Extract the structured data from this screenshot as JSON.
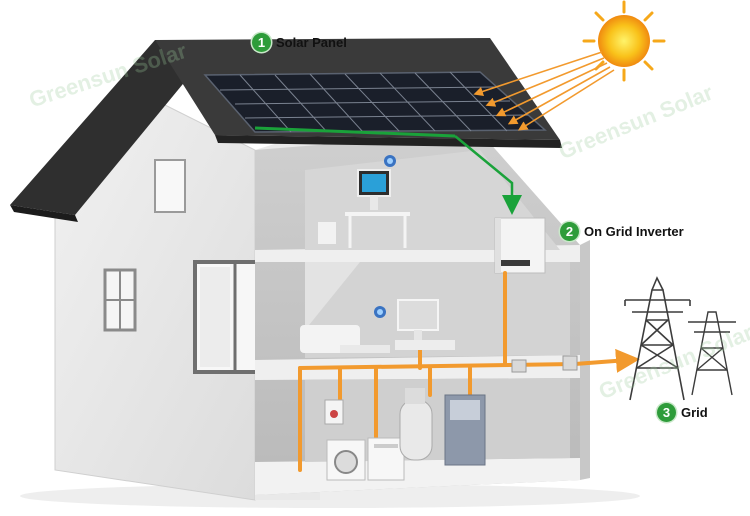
{
  "labels": [
    {
      "number": "1",
      "text": "Solar Panel"
    },
    {
      "number": "2",
      "text": "On Grid Inverter"
    },
    {
      "number": "3",
      "text": "Grid"
    }
  ],
  "watermark": "Greensun Solar",
  "colors": {
    "badge": "#2e9c3a",
    "dc_line": "#1aa23a",
    "ac_line": "#f29a2e",
    "roof": "#3a3a3a",
    "wall": "#e6e6e6",
    "sun": "#f7b21a"
  },
  "icons": [
    "sun-icon",
    "solar-panel-icon",
    "inverter-icon",
    "transmission-tower-icon",
    "washing-machine-icon",
    "water-heater-icon",
    "boiler-icon",
    "computer-icon",
    "tv-icon",
    "wifi-icon"
  ]
}
